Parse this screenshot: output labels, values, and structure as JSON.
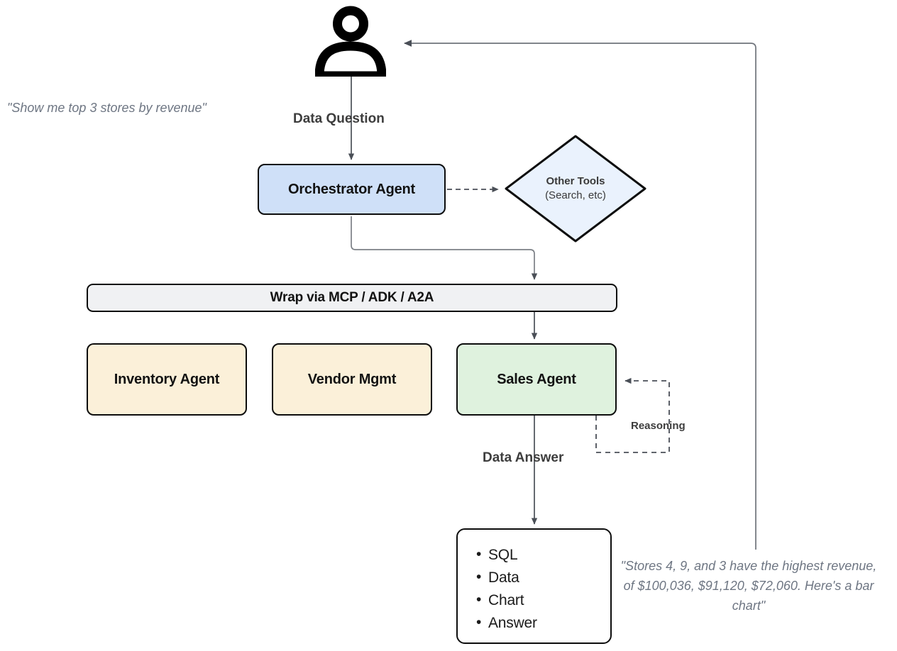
{
  "diagram": {
    "title": "Multi-Agent Data Analytics Architecture",
    "colors": {
      "orchestrator_fill": "#cfe0f8",
      "tools_fill": "#eaf2fd",
      "mcp_fill": "#f0f1f3",
      "agent_fill": "#fbf0d9",
      "sales_fill": "#dff2de",
      "output_fill": "#ffffff",
      "stroke": "#0d0d0d",
      "connector": "#4a4f57",
      "label_text": "#3d3d3d",
      "quote_text": "#6e7683"
    },
    "user": {
      "icon": "person-icon",
      "quote": "\"Show me top 3 stores by revenue\""
    },
    "edges": {
      "data_question": "Data Question",
      "data_answer": "Data Answer",
      "reasoning": "Reasoning"
    },
    "nodes": {
      "orchestrator": {
        "label": "Orchestrator Agent"
      },
      "other_tools": {
        "title": "Other Tools",
        "subtitle": "(Search, etc)"
      },
      "mcp": {
        "label": "Wrap via MCP / ADK / A2A"
      },
      "inventory": {
        "label": "Inventory Agent"
      },
      "vendor": {
        "label": "Vendor Mgmt"
      },
      "sales": {
        "label": "Sales Agent"
      },
      "output": {
        "items": [
          "SQL",
          "Data",
          "Chart",
          "Answer"
        ]
      }
    },
    "result_quote": "\"Stores 4, 9, and 3 have the highest revenue, of $100,036, $91,120, $72,060. Here's a bar chart\""
  }
}
